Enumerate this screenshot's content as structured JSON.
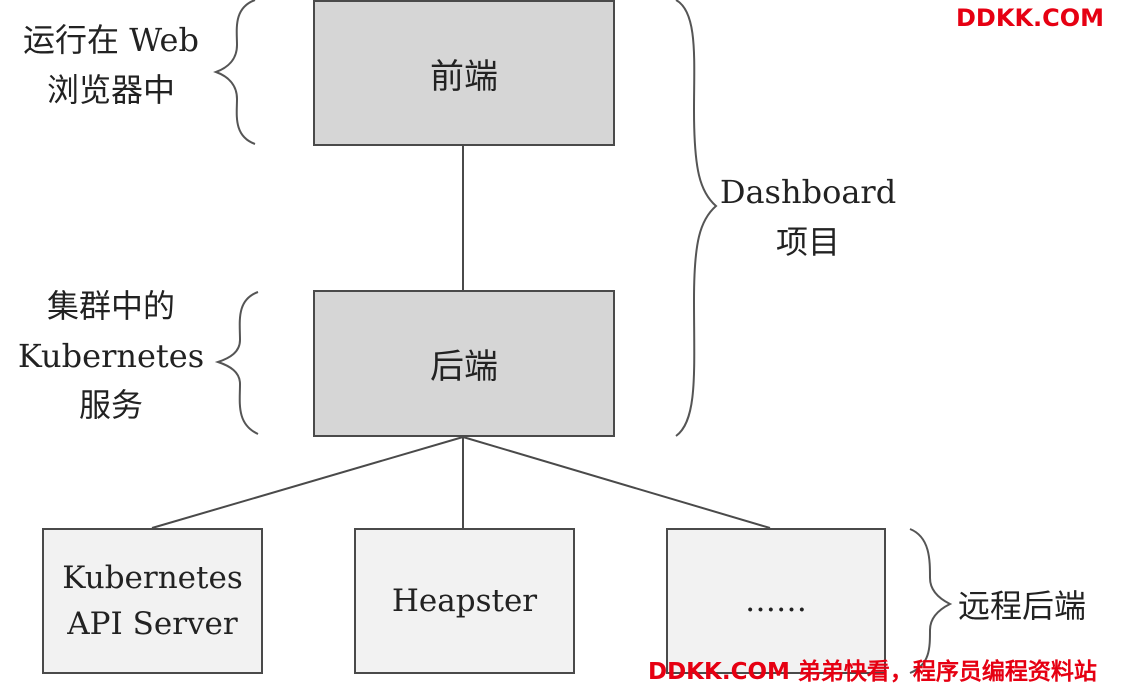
{
  "boxes": {
    "frontend": "前端",
    "backend": "后端",
    "k8s_api_line1": "Kubernetes",
    "k8s_api_line2": "API Server",
    "heapster": "Heapster",
    "ellipsis": "……"
  },
  "labels": {
    "browser_line1": "运行在 Web",
    "browser_line2": "浏览器中",
    "cluster_line1": "集群中的",
    "cluster_line2": "Kubernetes",
    "cluster_line3": "服务",
    "project_line1": "Dashboard",
    "project_line2": "项目",
    "remote": "远程后端"
  },
  "watermarks": {
    "top": "DDKK.COM",
    "bottom": "DDKK.COM 弟弟快看，程序员编程资料站"
  },
  "colors": {
    "watermark": "#e60012",
    "box_dark": "#d6d6d6",
    "box_light": "#f2f2f2",
    "stroke": "#4a4a4a"
  }
}
